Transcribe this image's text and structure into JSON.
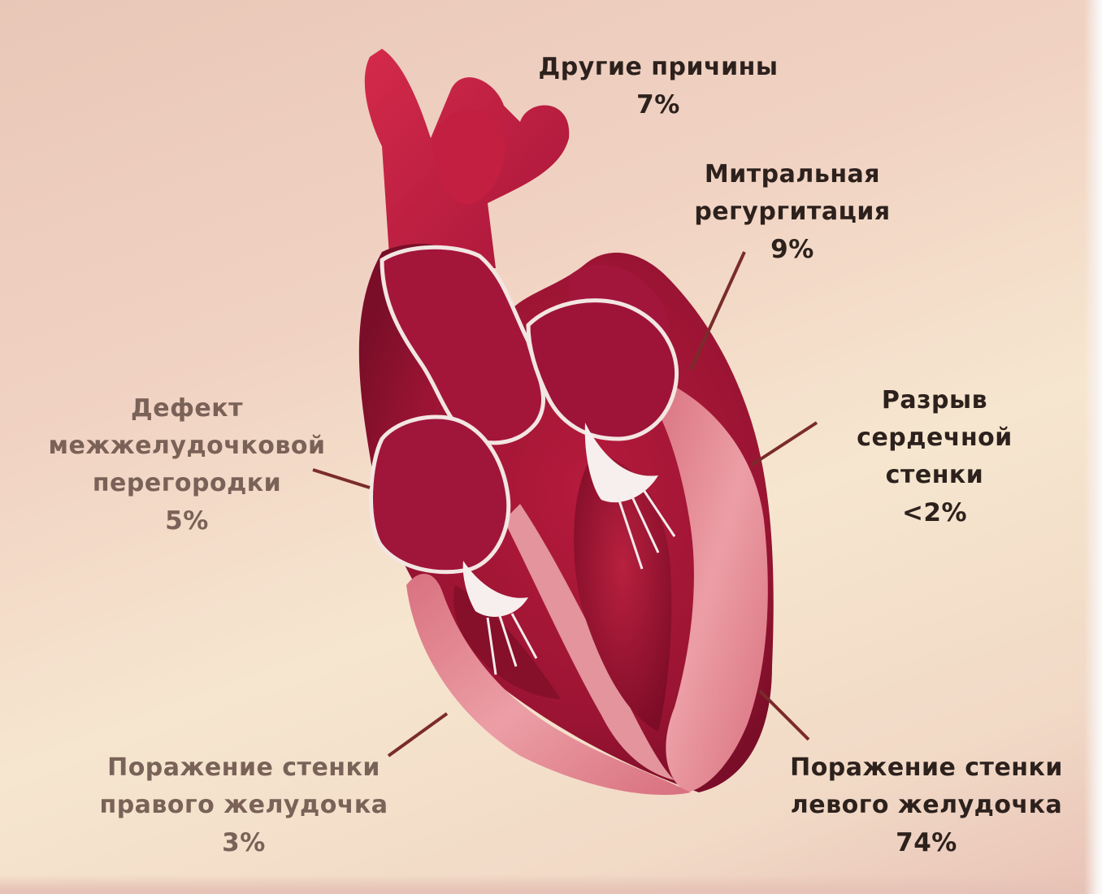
{
  "colors": {
    "background": "#f1d9c6",
    "heart_dark": "#8c0f2c",
    "heart_mid": "#b51a3c",
    "heart_light": "#d8677a",
    "wall": "#e7a2a7",
    "label_dark": "#2d211d",
    "label_muted": "#7a6258",
    "pointer": "#7a2c2a"
  },
  "labels": {
    "other": {
      "line1": "Другие причины",
      "pct": "7%"
    },
    "mitral": {
      "line1": "Митральная",
      "line2": "регургитация",
      "pct": "9%"
    },
    "septal": {
      "line1": "Дефект",
      "line2": "межжелудочковой",
      "line3": "перегородки",
      "pct": "5%"
    },
    "rupture": {
      "line1": "Разрыв сердечной",
      "line2": "стенки",
      "pct": "<2%"
    },
    "rv": {
      "line1": "Поражение стенки",
      "line2": "правого желудочка",
      "pct": "3%"
    },
    "lv": {
      "line1": "Поражение стенки",
      "line2": "левого желудочка",
      "pct": "74%"
    }
  }
}
